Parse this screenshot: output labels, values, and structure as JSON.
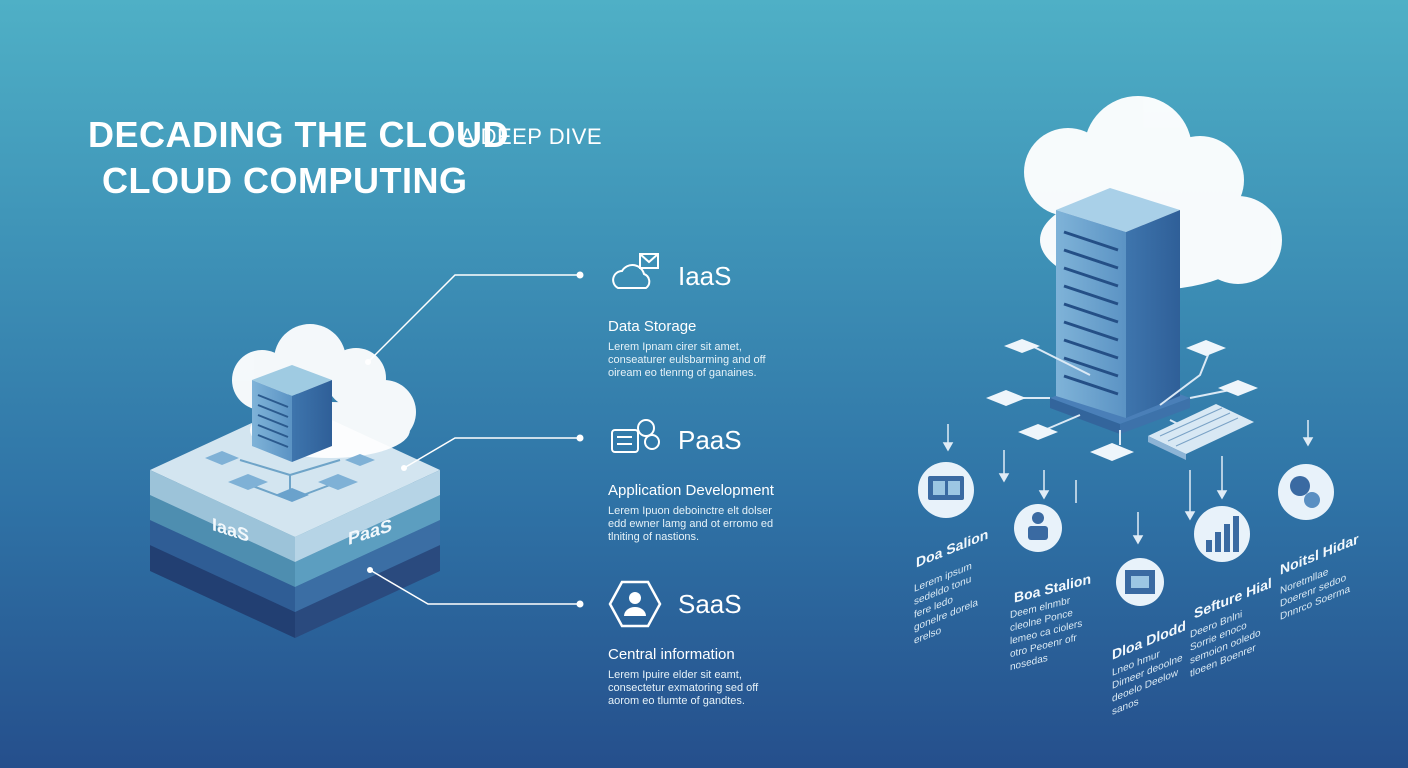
{
  "title": {
    "line1": "DECADING THE CLOUD",
    "subtitle": "A DEEP DIVE",
    "line2": "CLOUD COMPUTING"
  },
  "stack_labels": {
    "iaas": "IaaS",
    "paas": "PaaS"
  },
  "services": [
    {
      "name": "IaaS",
      "subtitle": "Data Storage",
      "description": "Lerem Ipnam cirer sit amet, conseaturer eulsbarming and off oiream eo tlenrng of ganaines.",
      "icon": "cloud-mail-icon"
    },
    {
      "name": "PaaS",
      "subtitle": "Application Development",
      "description": "Lerem Ipuon deboinctre elt dolser edd ewner lamg and ot erromo ed tlniting of nastions.",
      "icon": "code-blocks-icon"
    },
    {
      "name": "SaaS",
      "subtitle": "Central information",
      "description": "Lerem Ipuire elder sit eamt, consectetur exmatoring sed off aorom eo tlumte of gandtes.",
      "icon": "user-hexagon-icon"
    }
  ],
  "tiles": [
    {
      "label": "Doa Salion",
      "description": "Lerem ipsum sedeldo tonu fere ledo gonelre dorela erelso"
    },
    {
      "label": "Boa Stalion",
      "description": "Deem elnmbr cleolne Ponce lemeo ca ciolers otro Peoenr ofr nosedas"
    },
    {
      "label": "Dloa Dlodd",
      "description": "Lneo hmur Dimeer deoolne deoelo Deelow sanos"
    },
    {
      "label": "Sefture Hial",
      "description": "Deero Bnlni Sorrie enoco semoion ooledo tloeen Boenrer"
    },
    {
      "label": "Noitsl Hidar",
      "description": "Noretmllae Doerenr sedoo Dnnrco Soerma"
    }
  ],
  "colors": {
    "bg_top": "#4fb0c6",
    "bg_bottom": "#254f8c",
    "server": "#4c87bd",
    "cloud": "#ffffff",
    "line": "#ffffff"
  }
}
